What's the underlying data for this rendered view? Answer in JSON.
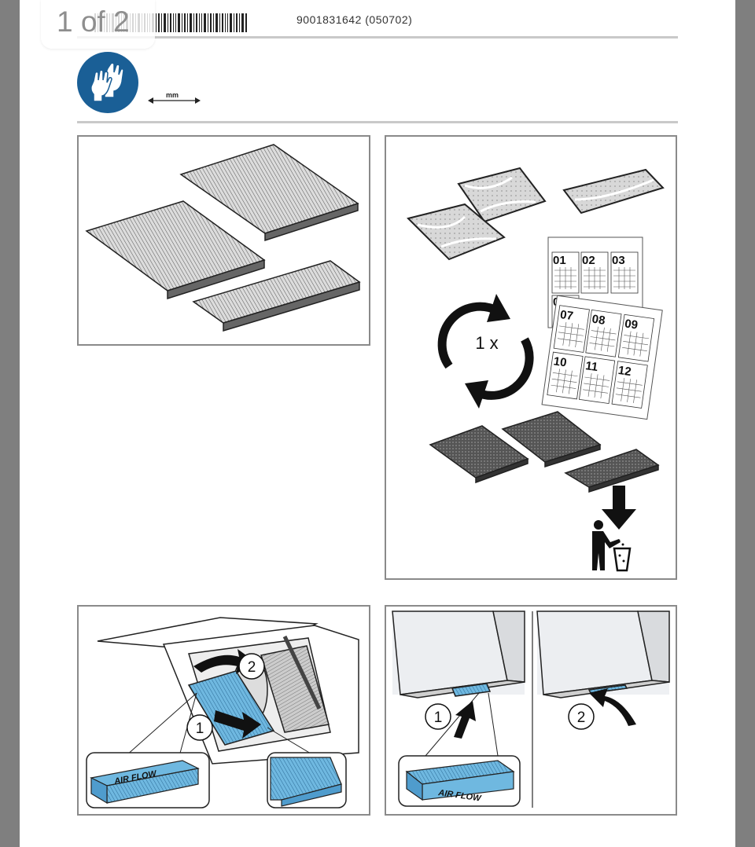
{
  "page_indicator": "1 of 2",
  "document_code": "9001831642   (050702)",
  "dimension_unit": "mm",
  "panel_b": {
    "cycle_label": "1 x",
    "label_sheet_1": [
      "01",
      "02",
      "03",
      "04"
    ],
    "label_sheet_2": [
      "07",
      "08",
      "09",
      "10",
      "11",
      "12"
    ]
  },
  "panel_c": {
    "step_1": "1",
    "step_2": "2",
    "airflow_label": "AIR FLOW"
  },
  "panel_d": {
    "step_1": "1",
    "step_2": "2",
    "airflow_label": "AIR FLOW"
  },
  "colors": {
    "accent_blue": "#1a5f96",
    "filter_blue": "#6fb8e0"
  }
}
